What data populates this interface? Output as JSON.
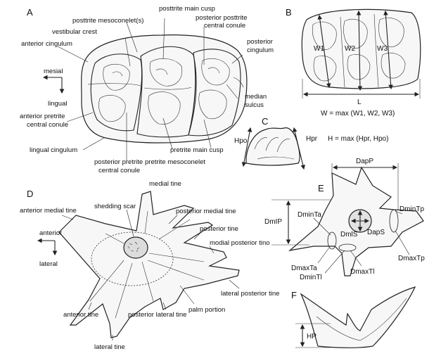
{
  "panels": {
    "A": {
      "letter": "A",
      "labels": {
        "posttrite_main_cusp": "posttrite main cusp",
        "posttrite_mesoconelets": "posttrite mesoconelet(s)",
        "posterior_posttrite_central_conule": "posterior posttrite\ncentral conule",
        "vestibular_crest": "vestibular crest",
        "anterior_cingulum": "anterior cingulum",
        "posterior_cingulum": "posterior\ncingulum",
        "median_sulcus": "median\nsulcus",
        "anterior_pretrite_central_conule": "anterior pretrite\ncentral conule",
        "lingual_cingulum": "lingual cingulum",
        "pretrite_main_cusp": "pretrite main cusp",
        "posterior_pretrite_central_conule": "posterior pretrite\ncentral conule",
        "pretrite_mesoconelet": "pretrite mesoconelet"
      },
      "compass": {
        "horizontal": "mesial",
        "vertical": "lingual"
      }
    },
    "B": {
      "letter": "B",
      "labels": {
        "w1": "W1",
        "w2": "W2",
        "w3": "W3",
        "l": "L"
      },
      "formula": "W = max (W1, W2, W3)"
    },
    "C": {
      "letter": "C",
      "labels": {
        "hpo": "Hpo",
        "hpr": "Hpr"
      },
      "formula": "H = max (Hpr, Hpo)"
    },
    "D": {
      "letter": "D",
      "labels": {
        "medial_tine": "medial tine",
        "shedding_scar": "shedding scar",
        "anterior_medial_tine": "anterior medial tine",
        "posterior_medial_tine": "posterior medial tine",
        "posterior_tine": "posterior tine",
        "modial_posterior_tino": "modial posterior tino",
        "lateral_posterior_tine": "lateral posterior tine",
        "anterior_tine": "anterior tine",
        "posterior_lateral_tine": "posterior lateral tine",
        "palm_portion": "palm portion",
        "lateral_tine": "lateral tine"
      },
      "compass": {
        "horizontal": "anterior",
        "vertical": "lateral"
      }
    },
    "E": {
      "letter": "E",
      "labels": {
        "dapp": "DapP",
        "dmip": "DmIP",
        "dminta": "DminTa",
        "dmls": "DmlS",
        "daps": "DapS",
        "dmintp": "DminTp",
        "dmaxta": "DmaxTa",
        "dmintl": "DminTl",
        "dmaxtl": "DmaxTl",
        "dmaxtp": "DmaxTp"
      }
    },
    "F": {
      "letter": "F",
      "labels": {
        "hp": "HP"
      }
    }
  },
  "colors": {
    "ink": "#222222",
    "background": "#ffffff"
  }
}
